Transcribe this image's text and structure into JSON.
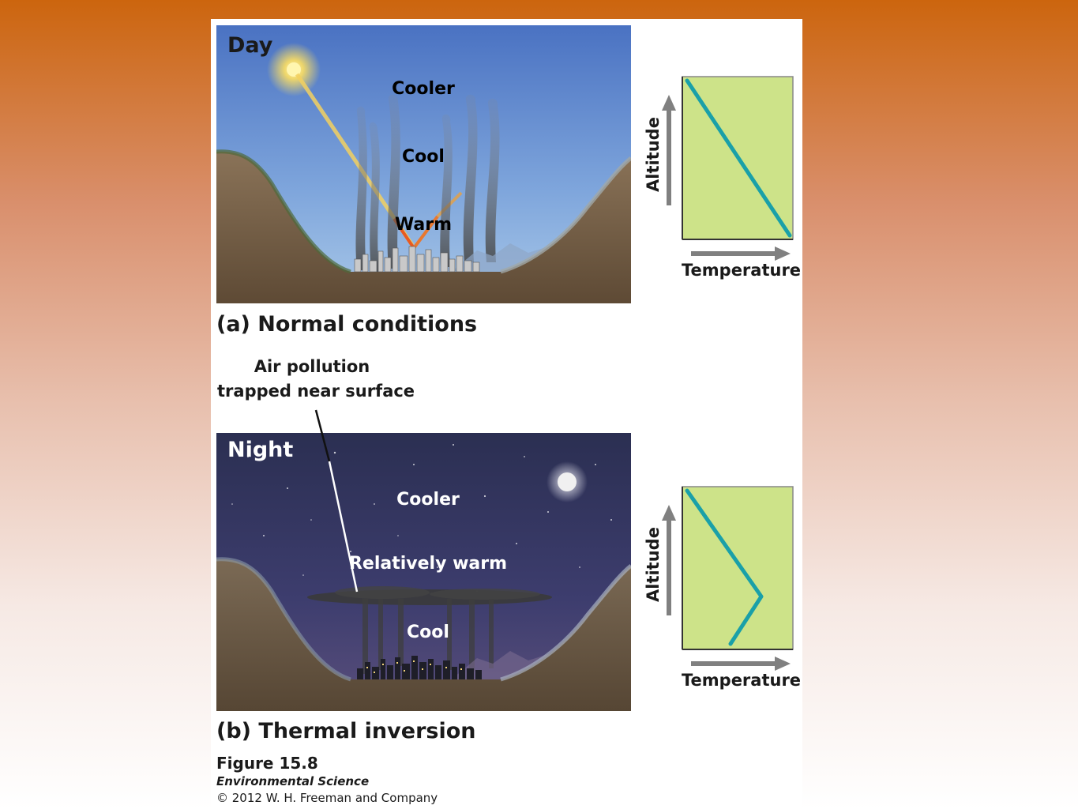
{
  "panel_a": {
    "scene_title": "Day",
    "labels": {
      "cooler": "Cooler",
      "cool": "Cool",
      "warm": "Warm"
    },
    "caption": "(a) Normal conditions",
    "graph": {
      "y_label": "Altitude",
      "x_label": "Temperature"
    }
  },
  "panel_b": {
    "annotation_line1": "Air pollution",
    "annotation_line2": "trapped near surface",
    "scene_title": "Night",
    "labels": {
      "cooler": "Cooler",
      "relatively_warm": "Relatively warm",
      "cool": "Cool"
    },
    "caption": "(b) Thermal inversion",
    "graph": {
      "y_label": "Altitude",
      "x_label": "Temperature"
    }
  },
  "credit": {
    "figure": "Figure 15.8",
    "book": "Environmental Science",
    "copyright": "© 2012 W. H. Freeman and Company"
  },
  "colors": {
    "profile_line": "#1aa0a8",
    "graph_fill": "#cde389",
    "arrow": "#808080"
  }
}
